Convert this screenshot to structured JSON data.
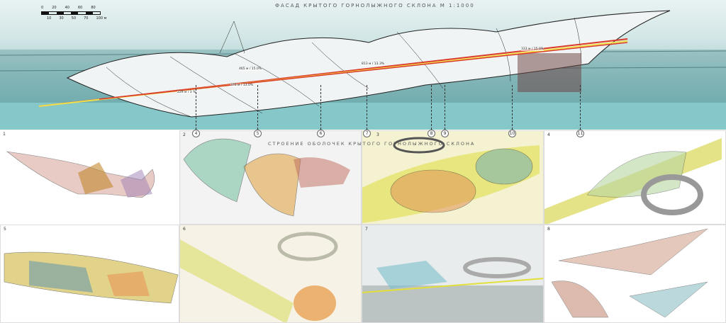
{
  "facade": {
    "title": "ФАСАД КРЫТОГО ГОРНОЛЫЖНОГО СКЛОНА М 1:1000",
    "scale_top": [
      "0",
      "20",
      "40",
      "60",
      "80"
    ],
    "scale_bottom": [
      "10",
      "30",
      "50",
      "70",
      "100 м"
    ],
    "slope_labels": [
      "229 м / 3 %",
      "376 м / 13.0%",
      "465 м / 15.0%",
      "813 м / 13.3%",
      "333 м / 15.0%"
    ],
    "axes": [
      "4",
      "5",
      "6",
      "7",
      "8",
      "9",
      "10",
      "11"
    ]
  },
  "structure": {
    "title": "СТРОЕНИЕ ОБОЛОЧЕК КРЫТОГО ГОРНОЛЫЖНОГО СКЛОНА",
    "panels": [
      "1",
      "2",
      "3",
      "4",
      "5",
      "6",
      "7",
      "8"
    ]
  }
}
